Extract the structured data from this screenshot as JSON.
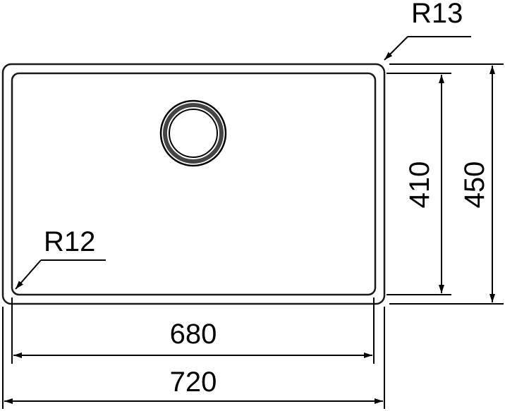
{
  "drawing": {
    "labels": {
      "outer_radius": "R13",
      "inner_radius": "R12",
      "inner_width": "680",
      "outer_width": "720",
      "inner_height": "410",
      "outer_height": "450"
    },
    "colors": {
      "line": "#000000",
      "background": "#ffffff"
    }
  }
}
